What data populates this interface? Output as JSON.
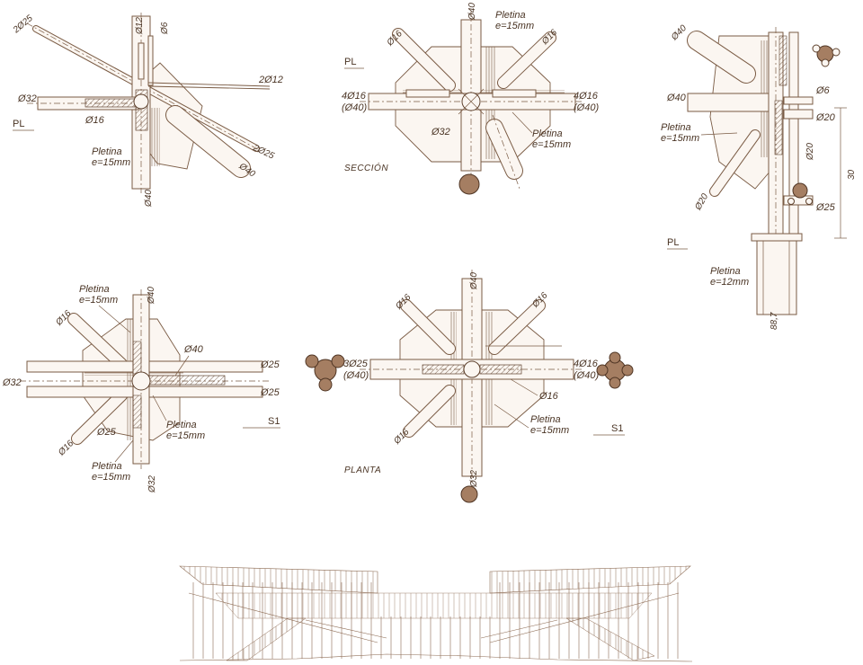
{
  "details": {
    "d1": {
      "pl": "PL",
      "lbl_2025_a": "2Ø25",
      "lbl_12": "Ø12",
      "lbl_6": "Ø6",
      "lbl_2012": "2Ø12",
      "lbl_32": "Ø32",
      "lbl_16": "Ø16",
      "pletina_1": "Pletina",
      "pletina_2": "e=15mm",
      "lbl_2025_b": "2Ø25",
      "lbl_40_a": "Ø40",
      "lbl_40_b": "Ø40"
    },
    "d2": {
      "pl": "PL",
      "lbl_16_a": "Ø16",
      "lbl_40_top": "Ø40",
      "pletina_a1": "Pletina",
      "pletina_a2": "e=15mm",
      "lbl_16_b": "Ø16",
      "lbl_4016_l1": "4Ø16",
      "lbl_4016_l2": "(Ø40)",
      "lbl_4016_r1": "4Ø16",
      "lbl_4016_r2": "(Ø40)",
      "lbl_32": "Ø32",
      "pletina_b1": "Pletina",
      "pletina_b2": "e=15mm",
      "caption": "SECCIÓN"
    },
    "d3": {
      "lbl_40_a": "Ø40",
      "lbl_40_b": "Ø40",
      "pletina_1": "Pletina",
      "pletina_2": "e=15mm",
      "lbl_6": "Ø6",
      "lbl_20_a": "Ø20",
      "lbl_20_b": "Ø20",
      "lbl_20_c": "Ø20",
      "lbl_25": "Ø25",
      "dim_30": "30",
      "pl": "PL",
      "pletina_b1": "Pletina",
      "pletina_b2": "e=12mm",
      "dim_887": "88,7"
    },
    "d4": {
      "pletina_a1": "Pletina",
      "pletina_a2": "e=15mm",
      "lbl_40_top": "Ø40",
      "lbl_16_a": "Ø16",
      "lbl_40_mid": "Ø40",
      "lbl_25_r1": "Ø25",
      "lbl_32_l": "Ø32",
      "lbl_25_r2": "Ø25",
      "pletina_b1": "Pletina",
      "pletina_b2": "e=15mm",
      "s1": "S1",
      "lbl_16_b": "Ø16",
      "lbl_25_c": "Ø25",
      "pletina_c1": "Pletina",
      "pletina_c2": "e=15mm",
      "lbl_32_b": "Ø32"
    },
    "d5": {
      "lbl_40_top": "Ø40",
      "lbl_16_a": "Ø16",
      "lbl_16_b": "Ø16",
      "lbl_3025_1": "3Ø25",
      "lbl_3025_2": "(Ø40)",
      "lbl_4016_1": "4Ø16",
      "lbl_4016_2": "(Ø40)",
      "lbl_16_c": "Ø16",
      "pletina_1": "Pletina",
      "pletina_2": "e=15mm",
      "s1": "S1",
      "lbl_16_d": "Ø16",
      "caption": "PLANTA",
      "lbl_32": "Ø32"
    }
  }
}
